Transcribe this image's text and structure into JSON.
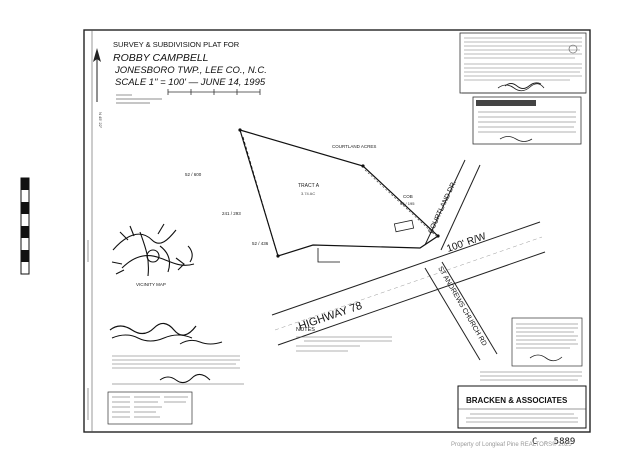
{
  "plat": {
    "heading": "SURVEY & SUBDIVISION PLAT FOR",
    "owner": "ROBBY CAMPBELL",
    "location": "JONESBORO TWP., LEE CO., N.C.",
    "scale_date": "SCALE 1\" = 100' — JUNE 14, 1995"
  },
  "map_labels": {
    "courtland_acres": "COURTLAND ACRES",
    "tract_a": "TRACT A",
    "highway": "HIGHWAY 78",
    "row": "100' R/W",
    "st_andrews": "ST ANDREWS CHURCH RD",
    "courtland_dr": "COURTLAND DR.",
    "vicinity_map": "VICINITY MAP",
    "lot_52_600": "52 / 600",
    "lot_241_293": "241 / 293",
    "lot_52_436": "52 / 436",
    "lot_cob": "COB",
    "lot_cob_num": "52 / 195"
  },
  "notes": {
    "title": "NOTES"
  },
  "firm": {
    "name": "BRACKEN & ASSOCIATES"
  },
  "sheet": {
    "number": "C - 5889"
  },
  "watermark": {
    "text": "Property of Longleaf Pine REALTORS® 2025"
  }
}
